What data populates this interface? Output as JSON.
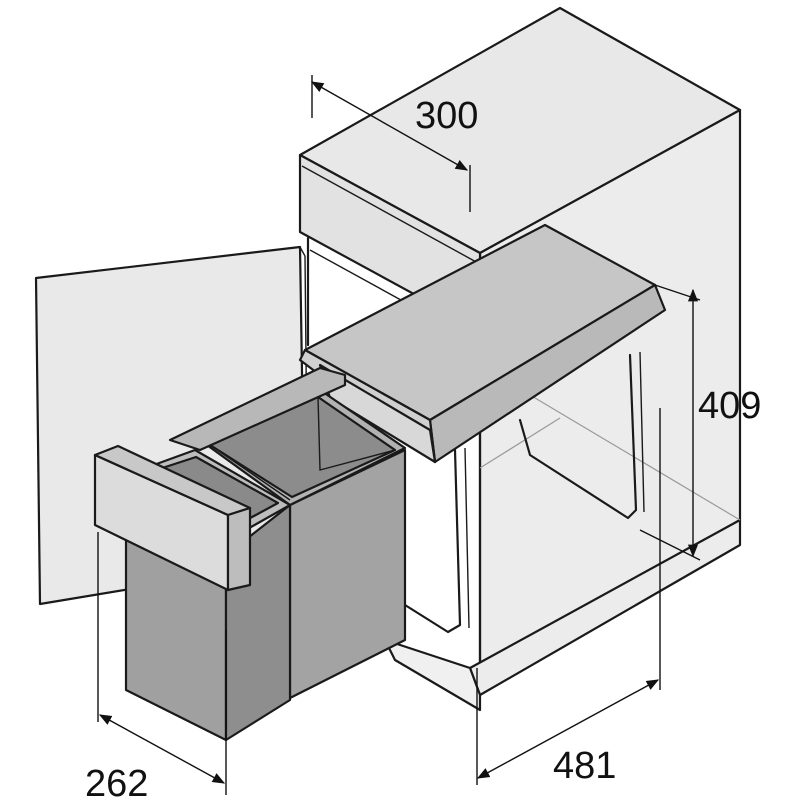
{
  "dimensions": {
    "cabinet_width": "300",
    "mechanism_height": "409",
    "total_depth": "481",
    "bin_width": "262"
  },
  "colors": {
    "line": "#1a1a1a",
    "panel_light": "#e6e6e6",
    "panel_mid": "#d4d4d4",
    "rail": "#c4c4c4",
    "bin": "#9e9e9e",
    "bin_dark": "#858585",
    "background": "#ffffff"
  }
}
